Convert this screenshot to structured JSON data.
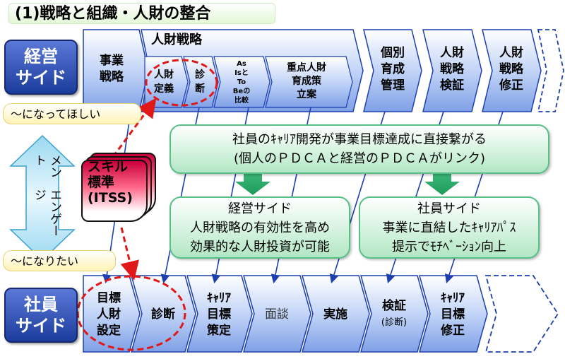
{
  "title": "(1)戦略と組織・人財の整合",
  "management_side": {
    "label_line1": "経営",
    "label_line2": "サイド"
  },
  "employee_side": {
    "label_line1": "社員",
    "label_line2": "サイド"
  },
  "top_row": {
    "step1": [
      "事業",
      "戦略"
    ],
    "hr_strategy": "人財戦略",
    "sub1": [
      "人財",
      "定義"
    ],
    "sub2": [
      "診",
      "断"
    ],
    "sub3": [
      "As",
      "Isと",
      "To",
      "Beの",
      "比較"
    ],
    "sub4": [
      "重点人財",
      "育成策",
      "立案"
    ],
    "step3": [
      "個別",
      "育成",
      "管理"
    ],
    "step4": [
      "人財",
      "戦略",
      "検証"
    ],
    "step5": [
      "人財",
      "戦略",
      "修正"
    ]
  },
  "bottom_row": {
    "step1": [
      "目標",
      "人財",
      "設定"
    ],
    "step2": [
      "診断"
    ],
    "step3": [
      "ｷｬﾘｱ",
      "目標",
      "策定"
    ],
    "step4": [
      "面談"
    ],
    "step5": [
      "実施"
    ],
    "step6": [
      "検証",
      "(診断)"
    ],
    "step7": [
      "ｷｬﾘｱ",
      "目標",
      "修正"
    ]
  },
  "pill_top": "～になってほしい",
  "pill_bottom": "～になりたい",
  "engagement": {
    "col1": "エンゲージ",
    "col2": "メント"
  },
  "skill": {
    "line1": "スキル",
    "line2": "標準",
    "line3": "(ITSS)"
  },
  "main_box": {
    "line1": "社員のｷｬﾘｱ開発が事業目標達成に直接繋がる",
    "line2": "(個人のＰＤＣＡと経営のＰＤＣＡがリンク)"
  },
  "left_box": {
    "line1": "経営サイド",
    "line2": "人財戦略の有効性を高め",
    "line3": "効果的な人財投資が可能"
  },
  "right_box": {
    "line1": "社員サイド",
    "line2": "事業に直結したｷｬﾘｱﾊﾟｽ",
    "line3": "提示でﾓﾁﾍﾞｰｼｮﾝ向上"
  },
  "colors": {
    "side_blue": "#1c3c9c",
    "chevron_blue": "#7fa0e6",
    "green": "#58c087",
    "red_dash": "#e01818",
    "pill_yellow": "#fff3b5"
  }
}
